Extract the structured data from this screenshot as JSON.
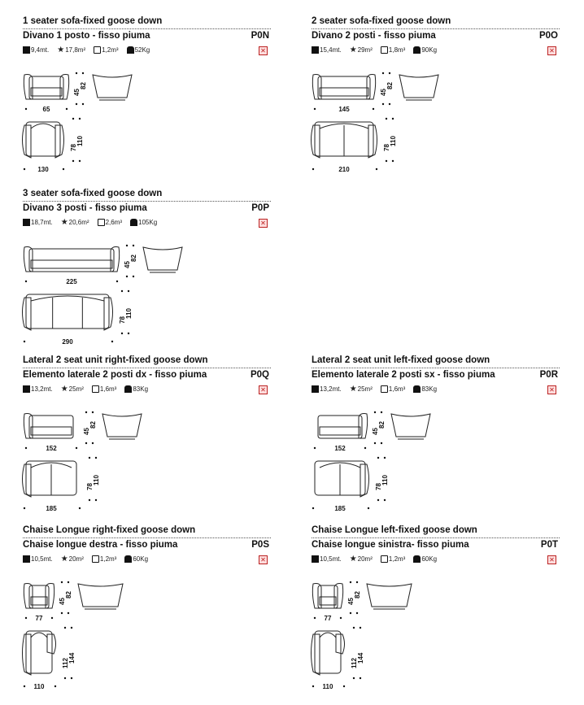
{
  "sections": [
    {
      "title": "1 seater sofa-fixed goose down",
      "subtitle": "Divano 1 posto - fisso piuma",
      "code": "P0N",
      "specs": {
        "length": "9,4mt.",
        "area": "17,8m²",
        "volume": "1,2m³",
        "weight": "52Kg"
      },
      "dims": {
        "front_width": "65",
        "seat_height": "45",
        "height": "82",
        "plan_width": "130",
        "depth": "78",
        "depth_total": "110"
      }
    },
    {
      "title": "2 seater sofa-fixed goose down",
      "subtitle": "Divano 2 posti - fisso piuma",
      "code": "P0O",
      "specs": {
        "length": "15,4mt.",
        "area": "29m²",
        "volume": "1,8m³",
        "weight": "90Kg"
      },
      "dims": {
        "front_width": "145",
        "seat_height": "45",
        "height": "82",
        "plan_width": "210",
        "depth": "78",
        "depth_total": "110"
      }
    },
    {
      "title": "3 seater sofa-fixed goose down",
      "subtitle": "Divano 3 posti - fisso piuma",
      "code": "P0P",
      "specs": {
        "length": "18,7mt.",
        "area": "20,6m²",
        "volume": "2,6m³",
        "weight": "105Kg"
      },
      "dims": {
        "front_width": "225",
        "seat_height": "45",
        "height": "82",
        "plan_width": "290",
        "depth": "78",
        "depth_total": "110"
      }
    },
    {
      "title": "Lateral 2 seat unit right-fixed goose down",
      "subtitle": "Elemento laterale 2 posti dx - fisso piuma",
      "code": "P0Q",
      "specs": {
        "length": "13,2mt.",
        "area": "25m²",
        "volume": "1,6m³",
        "weight": "83Kg"
      },
      "dims": {
        "front_width": "152",
        "seat_height": "45",
        "height": "82",
        "plan_width": "185",
        "depth": "78",
        "depth_total": "110"
      }
    },
    {
      "title": "Lateral 2 seat unit left-fixed goose down",
      "subtitle": "Elemento laterale 2 posti sx - fisso piuma",
      "code": "P0R",
      "specs": {
        "length": "13,2mt.",
        "area": "25m²",
        "volume": "1,6m³",
        "weight": "83Kg"
      },
      "dims": {
        "front_width": "152",
        "seat_height": "45",
        "height": "82",
        "plan_width": "185",
        "depth": "78",
        "depth_total": "110"
      }
    },
    {
      "title": "Chaise Longue right-fixed goose down",
      "subtitle": "Chaise longue destra - fisso piuma",
      "code": "P0S",
      "specs": {
        "length": "10,5mt.",
        "area": "20m²",
        "volume": "1,2m³",
        "weight": "60Kg"
      },
      "dims": {
        "front_width": "77",
        "seat_height": "45",
        "height": "82",
        "plan_width": "110",
        "depth": "112",
        "depth_total": "144"
      }
    },
    {
      "title": "Chaise Longue left-fixed goose down",
      "subtitle": "Chaise longue sinistra- fisso piuma",
      "code": "P0T",
      "specs": {
        "length": "10,5mt.",
        "area": "20m²",
        "volume": "1,2m³",
        "weight": "60Kg"
      },
      "dims": {
        "front_width": "77",
        "seat_height": "45",
        "height": "82",
        "plan_width": "110",
        "depth": "112",
        "depth_total": "144"
      }
    }
  ]
}
